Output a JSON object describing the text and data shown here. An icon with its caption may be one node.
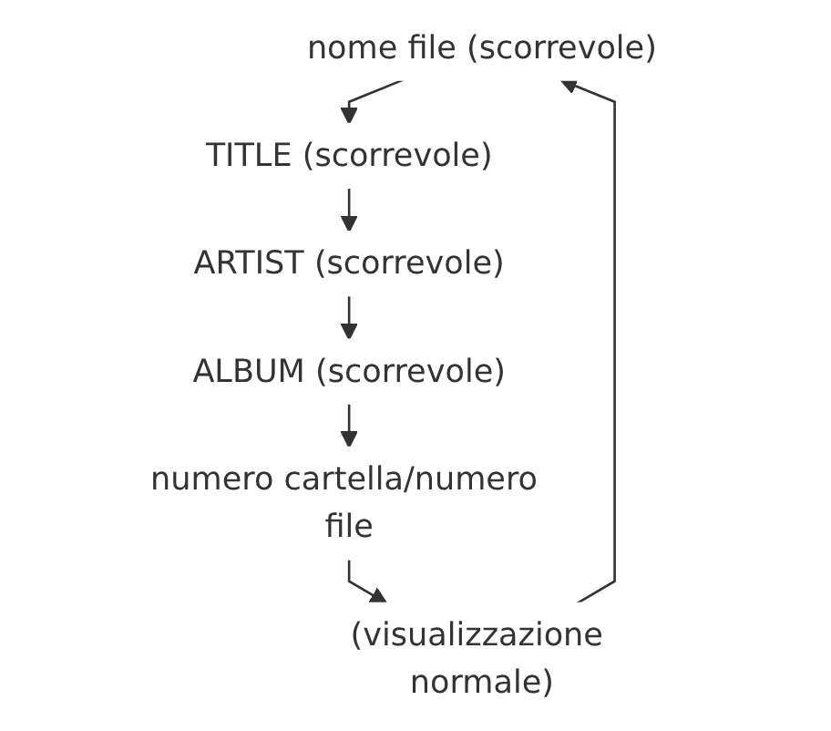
{
  "diagram": {
    "nodes": [
      {
        "text": [
          "nome file (scorrevole)"
        ]
      },
      {
        "text": [
          "TITLE (scorrevole)"
        ]
      },
      {
        "text": [
          "ARTIST (scorrevole)"
        ]
      },
      {
        "text": [
          "ALBUM (scorrevole)"
        ]
      },
      {
        "text": [
          "numero cartella/numero file"
        ]
      },
      {
        "text": [
          "(visualizzazione normale)"
        ]
      }
    ],
    "edges": [
      {
        "from": 0,
        "to": 1,
        "arrow": "to"
      },
      {
        "from": 1,
        "to": 2,
        "arrow": "to"
      },
      {
        "from": 2,
        "to": 3,
        "arrow": "to"
      },
      {
        "from": 3,
        "to": 4,
        "arrow": "to"
      },
      {
        "from": 4,
        "to": 5,
        "arrow": "to"
      },
      {
        "from": 5,
        "to": 0,
        "arrow": "to"
      }
    ]
  }
}
